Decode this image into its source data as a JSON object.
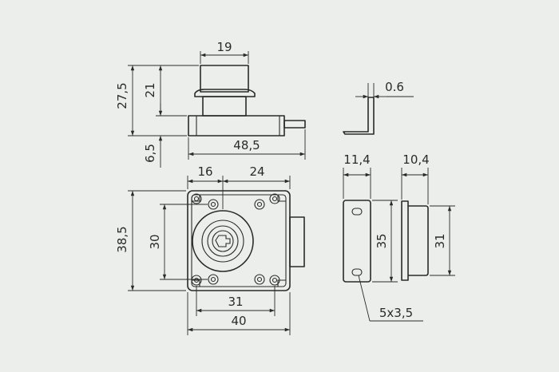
{
  "colors": {
    "background": "#eceeec",
    "line": "#2a2a2a"
  },
  "dimensions": {
    "top_width": "19",
    "height_total": "27,5",
    "height_knob": "21",
    "height_base": "6,5",
    "body_length": "48,5",
    "sheet_thickness": "0.6",
    "side_width_a": "11,4",
    "side_width_b": "10,4",
    "front_left": "16",
    "front_right": "24",
    "front_height": "38,5",
    "hole_spacing_v": "30",
    "hole_spacing_h": "31",
    "front_width": "40",
    "plate_height": "35",
    "plate_inner_height": "31",
    "slot_size": "5x3,5"
  }
}
